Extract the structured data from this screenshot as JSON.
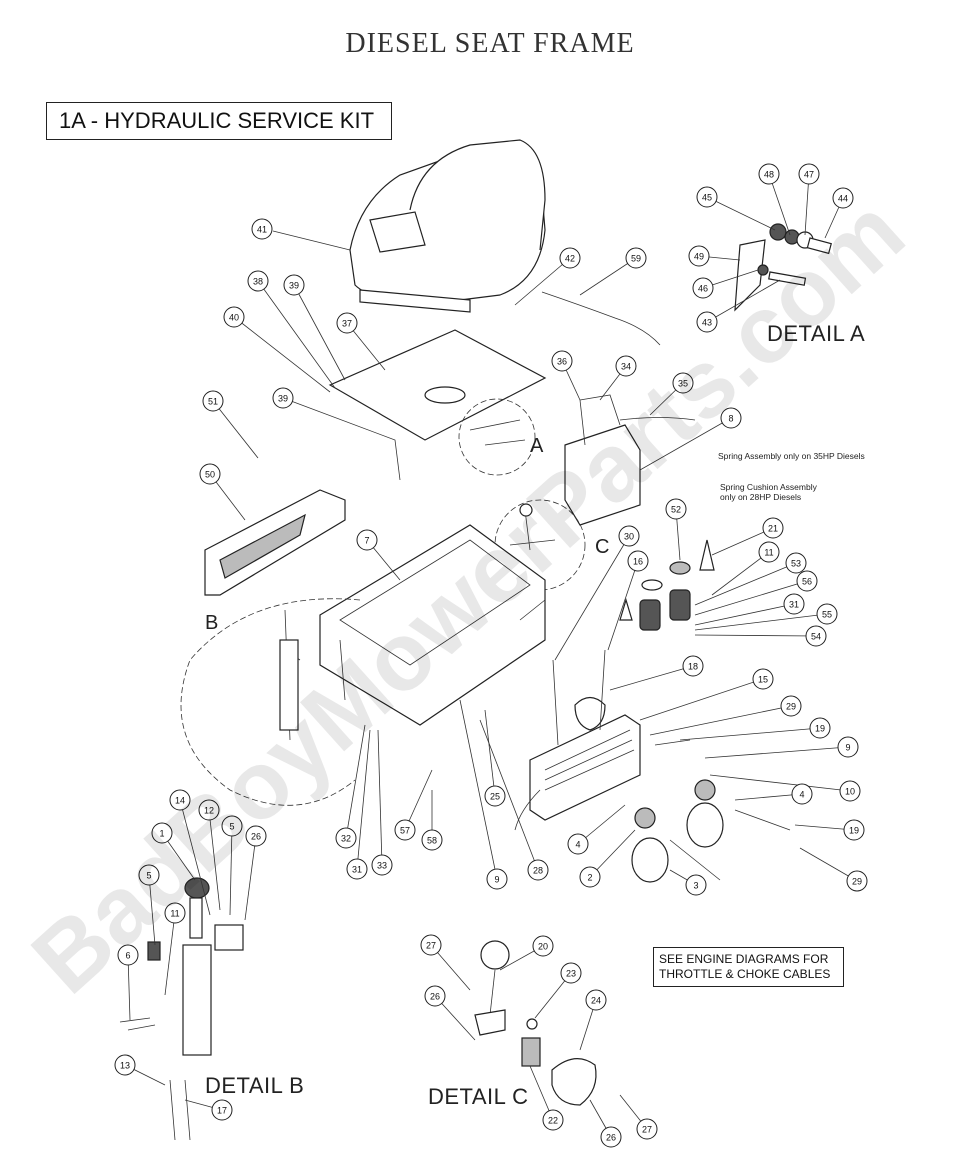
{
  "title": "DIESEL SEAT FRAME",
  "kit_label": "1A - HYDRAULIC SERVICE KIT",
  "details": {
    "a": "DETAIL  A",
    "b": "DETAIL  B",
    "c": "DETAIL  C"
  },
  "section_letters": {
    "a": "A",
    "b": "B",
    "c": "C"
  },
  "notes": {
    "engine_line1": "SEE ENGINE DIAGRAMS FOR",
    "engine_line2": "THROTTLE & CHOKE CABLES",
    "spring_35hp": "Spring Assembly only on 35HP Diesels",
    "cushion_line1": "Spring Cushion Assembly",
    "cushion_line2": "only on 28HP Diesels"
  },
  "watermark": "BadBoyMowerParts.com",
  "callouts": [
    {
      "id": "c41",
      "label": "41"
    },
    {
      "id": "c38",
      "label": "38"
    },
    {
      "id": "c39a",
      "label": "39"
    },
    {
      "id": "c40",
      "label": "40"
    },
    {
      "id": "c37",
      "label": "37"
    },
    {
      "id": "c42",
      "label": "42"
    },
    {
      "id": "c59",
      "label": "59"
    },
    {
      "id": "c45",
      "label": "45"
    },
    {
      "id": "c48",
      "label": "48"
    },
    {
      "id": "c47",
      "label": "47"
    },
    {
      "id": "c44",
      "label": "44"
    },
    {
      "id": "c49",
      "label": "49"
    },
    {
      "id": "c46",
      "label": "46"
    },
    {
      "id": "c43",
      "label": "43"
    },
    {
      "id": "c51",
      "label": "51"
    },
    {
      "id": "c39b",
      "label": "39"
    },
    {
      "id": "c36",
      "label": "36"
    },
    {
      "id": "c34",
      "label": "34"
    },
    {
      "id": "c35",
      "label": "35"
    },
    {
      "id": "c8",
      "label": "8"
    },
    {
      "id": "c50",
      "label": "50"
    },
    {
      "id": "c7",
      "label": "7"
    },
    {
      "id": "c30",
      "label": "30"
    },
    {
      "id": "c16",
      "label": "16"
    },
    {
      "id": "c52",
      "label": "52"
    },
    {
      "id": "c21",
      "label": "21"
    },
    {
      "id": "c11a",
      "label": "11"
    },
    {
      "id": "c53",
      "label": "53"
    },
    {
      "id": "c56",
      "label": "56"
    },
    {
      "id": "c31a",
      "label": "31"
    },
    {
      "id": "c55",
      "label": "55"
    },
    {
      "id": "c54",
      "label": "54"
    },
    {
      "id": "c18",
      "label": "18"
    },
    {
      "id": "c15",
      "label": "15"
    },
    {
      "id": "c29a",
      "label": "29"
    },
    {
      "id": "c19a",
      "label": "19"
    },
    {
      "id": "c9a",
      "label": "9"
    },
    {
      "id": "c10",
      "label": "10"
    },
    {
      "id": "c4a",
      "label": "4"
    },
    {
      "id": "c19b",
      "label": "19"
    },
    {
      "id": "c29b",
      "label": "29"
    },
    {
      "id": "c4b",
      "label": "4"
    },
    {
      "id": "c2",
      "label": "2"
    },
    {
      "id": "c3",
      "label": "3"
    },
    {
      "id": "c25",
      "label": "25"
    },
    {
      "id": "c57",
      "label": "57"
    },
    {
      "id": "c58",
      "label": "58"
    },
    {
      "id": "c32",
      "label": "32"
    },
    {
      "id": "c31b",
      "label": "31"
    },
    {
      "id": "c33",
      "label": "33"
    },
    {
      "id": "c9b",
      "label": "9"
    },
    {
      "id": "c28",
      "label": "28"
    },
    {
      "id": "c14",
      "label": "14"
    },
    {
      "id": "c12",
      "label": "12"
    },
    {
      "id": "c5a",
      "label": "5"
    },
    {
      "id": "c26a",
      "label": "26"
    },
    {
      "id": "c1",
      "label": "1"
    },
    {
      "id": "c5b",
      "label": "5"
    },
    {
      "id": "c11b",
      "label": "11"
    },
    {
      "id": "c6",
      "label": "6"
    },
    {
      "id": "c13",
      "label": "13"
    },
    {
      "id": "c17",
      "label": "17"
    },
    {
      "id": "c27a",
      "label": "27"
    },
    {
      "id": "c20",
      "label": "20"
    },
    {
      "id": "c23",
      "label": "23"
    },
    {
      "id": "c24",
      "label": "24"
    },
    {
      "id": "c26b",
      "label": "26"
    },
    {
      "id": "c22",
      "label": "22"
    },
    {
      "id": "c26c",
      "label": "26"
    },
    {
      "id": "c27b",
      "label": "27"
    }
  ]
}
